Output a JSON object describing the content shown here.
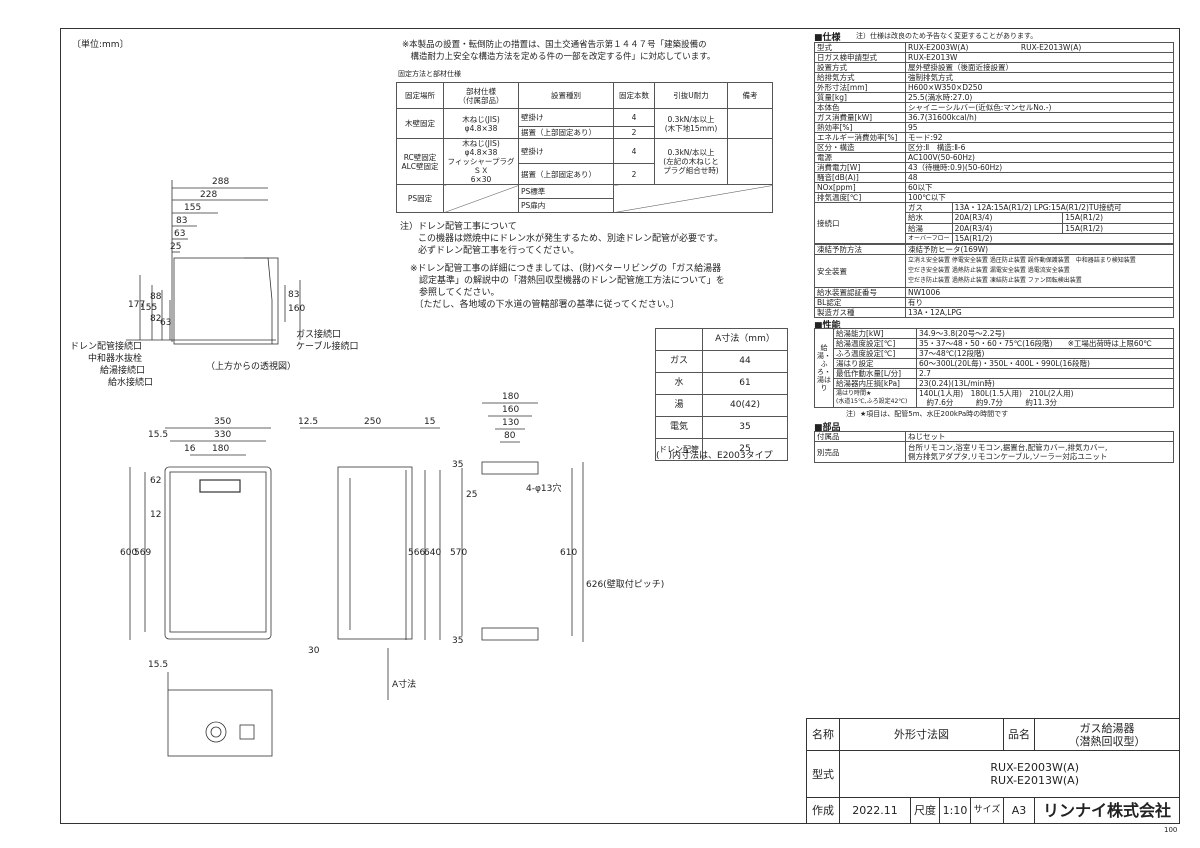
{
  "unit_note": "〔単位:mm〕",
  "notes_top": [
    "※本製品の設置・転倒防止の措置は、国土交通省告示第１４４７号「建築設備の",
    "　構造耐力上安全な構造方法を定める件の一部を改定する件」に対応しています。"
  ],
  "fix_title": "固定方法と部材仕様",
  "fix_table": {
    "headers": [
      "固定場所",
      "部材仕様\n（付属部品）",
      "設置種別",
      "固定本数",
      "引抜U耐力",
      "備考"
    ],
    "rows": [
      [
        "木壁固定",
        "木ねじ(JIS)\nφ4.8×38",
        "壁掛け",
        "4",
        "0.3kN/本以上\n(木下地15mm)",
        ""
      ],
      [
        "",
        "",
        "据置（上部固定あり）",
        "2",
        "",
        ""
      ],
      [
        "RC壁固定\nALC壁固定",
        "木ねじ(JIS)\nφ4.8×38\nフィッシャープラグＳＸ\n6×30",
        "壁掛け",
        "4",
        "0.3kN/本以上\n(左記の木ねじと\nプラグ組合せ時)",
        ""
      ],
      [
        "",
        "",
        "据置（上部固定あり）",
        "2",
        "",
        ""
      ],
      [
        "PS固定",
        "",
        "PS標準",
        "",
        "",
        ""
      ],
      [
        "",
        "",
        "PS扉内",
        "",
        "",
        ""
      ]
    ]
  },
  "drain_notes": [
    "注）ドレン配管工事について",
    "　　この機器は燃焼中にドレン水が発生するため、別途ドレン配管が必要です。",
    "　　必ずドレン配管工事を行ってください。",
    "※ドレン配管工事の詳細につきましては、(財)ベターリビングの「ガス給湯器",
    "　認定基準」の解説中の「潜熱回収型機器のドレン配管施工方法について」を",
    "　参照してください。",
    "　〔ただし、各地域の下水道の管轄部署の基準に従ってください。〕"
  ],
  "a_table": {
    "header": "A寸法（mm）",
    "rows": [
      [
        "ガス",
        "44"
      ],
      [
        "水",
        "61"
      ],
      [
        "湯",
        "40(42)"
      ],
      [
        "電気",
        "35"
      ],
      [
        "ドレン配管",
        "25"
      ]
    ],
    "note": "(　)内寸法は、E2003タイプ"
  },
  "top_view": {
    "dims": [
      "288",
      "228",
      "155",
      "83",
      "63",
      "25",
      "177",
      "155",
      "88",
      "82",
      "63",
      "83",
      "160"
    ],
    "caption": "（上方からの透視図）",
    "left_labels": [
      "ドレン配管接続口",
      "中和器水抜栓",
      "給湯接続口",
      "給水接続口"
    ],
    "right_labels": [
      "ガス接続口",
      "ケーブル接続口"
    ]
  },
  "front_view": {
    "dims": [
      "350",
      "330",
      "180",
      "16",
      "15.5",
      "62",
      "12",
      "600",
      "569",
      "15.5"
    ]
  },
  "side_view": {
    "dims": [
      "12.5",
      "250",
      "15",
      "566",
      "640",
      "30",
      "A寸法"
    ]
  },
  "bracket_view": {
    "dims": [
      "180",
      "160",
      "130",
      "80",
      "35",
      "25",
      "4-φ13穴",
      "570",
      "610",
      "626(壁取付ピッチ)",
      "35"
    ]
  },
  "spec": {
    "title": "■仕様",
    "note": "注）仕様は改良のため予告なく変更することがあります。",
    "rows": [
      [
        "型式",
        "RUX-E2003W(A)　　　　　　　RUX-E2013W(A)"
      ],
      [
        "日ガス検申請型式",
        "RUX-E2013W"
      ],
      [
        "設置方式",
        "屋外壁掛設置（後面近接設置）"
      ],
      [
        "給排気方式",
        "強制排気方式"
      ],
      [
        "外形寸法[mm]",
        "H600×W350×D250"
      ],
      [
        "質量[kg]",
        "25.5(満水時:27.0)"
      ],
      [
        "本体色",
        "シャイニーシルバー(近似色:マンセルNo.-)"
      ],
      [
        "ガス消費量[kW]",
        "36.7(31600kcal/h)"
      ],
      [
        "熱効率[%]",
        "95"
      ],
      [
        "エネルギー消費効率[%]",
        "モード:92"
      ],
      [
        "区分・構造",
        "区分:Ⅱ　構造:Ⅱ-6"
      ],
      [
        "電源",
        "AC100V(50-60Hz)"
      ],
      [
        "消費電力[W]",
        "43（待機時:0.9)(50-60Hz)"
      ],
      [
        "騒音[dB(A)]",
        "48"
      ],
      [
        "NOx[ppm]",
        "60以下"
      ],
      [
        "排気温度[℃]",
        "100℃以下"
      ]
    ],
    "connection_label": "接続口",
    "connection_rows": [
      [
        "ガス",
        "13A・12A:15A(R1/2) LPG:15A(R1/2)TU接続可",
        ""
      ],
      [
        "給水",
        "20A(R3/4)",
        "15A(R1/2)"
      ],
      [
        "給湯",
        "20A(R3/4)",
        "15A(R1/2)"
      ],
      [
        "オーバーフロー",
        "15A(R1/2)",
        ""
      ]
    ],
    "rows2": [
      [
        "凍結予防方法",
        "凍結予防ヒータ(169W)"
      ],
      [
        "安全装置",
        "立消え安全装置 停電安全装置 過圧防止装置 誤作動保護装置　中和器詰まり検知装置\n空だき安全装置 過熱防止装置 漏電安全装置 過電流安全装置\n空だき防止装置 過熱防止装置 凍結防止装置 ファン回転検出装置"
      ],
      [
        "給水装置認証番号",
        "NW1006"
      ],
      [
        "BL認定",
        "有り"
      ],
      [
        "製造ガス種",
        "13A・12A,LPG"
      ]
    ],
    "perf_title": "■性能",
    "perf_side": "給湯・ふろ・湯はり",
    "perf_rows": [
      [
        "給湯能力[kW]",
        "34.9～3.8(20号～2.2号)"
      ],
      [
        "給湯温度設定[℃]",
        "35・37～48・50・60・75℃(16段階)　　※工場出荷時は上限60℃"
      ],
      [
        "ふろ温度設定[℃]",
        "37～48℃(12段階)"
      ],
      [
        "湯はり設定",
        "60～300L(20L毎)・350L・400L・990L(16段階)"
      ],
      [
        "最低作動水量[L/分]",
        "2.7"
      ],
      [
        "給湯器内圧損[kPa]",
        "23(0.24)(13L/min時)"
      ],
      [
        "湯はり時間★\n(水道15℃,ふろ設定42℃)",
        "140L(1人用)　180L(1.5人用)　210L(2人用)\n　約7.6分　　　約9.7分　　　約11.3分"
      ]
    ],
    "perf_note": "注）★項目は、配管5m、水圧200kPa時の時間です",
    "parts_title": "■部品",
    "parts_rows": [
      [
        "付属品",
        "ねじセット"
      ],
      [
        "別売品",
        "台所リモコン,浴室リモコン,据置台,配管カバー,排気カバー,\n側方排気アダプタ,リモコンケーブル,ソーラー対応ユニット"
      ]
    ]
  },
  "title_block": {
    "name_label": "名称",
    "name_value": "外形寸法図",
    "product_label": "品名",
    "product_value": "ガス給湯器\n（潜熱回収型）",
    "model_label": "型式",
    "model_value": "RUX-E2003W(A)\nRUX-E2013W(A)",
    "made_label": "作成",
    "made_value": "2022.11",
    "scale_label": "尺度",
    "scale_value": "1:10",
    "size_label": "サイズ",
    "size_value": "A3",
    "company": "リンナイ株式会社",
    "page_no": "100"
  }
}
